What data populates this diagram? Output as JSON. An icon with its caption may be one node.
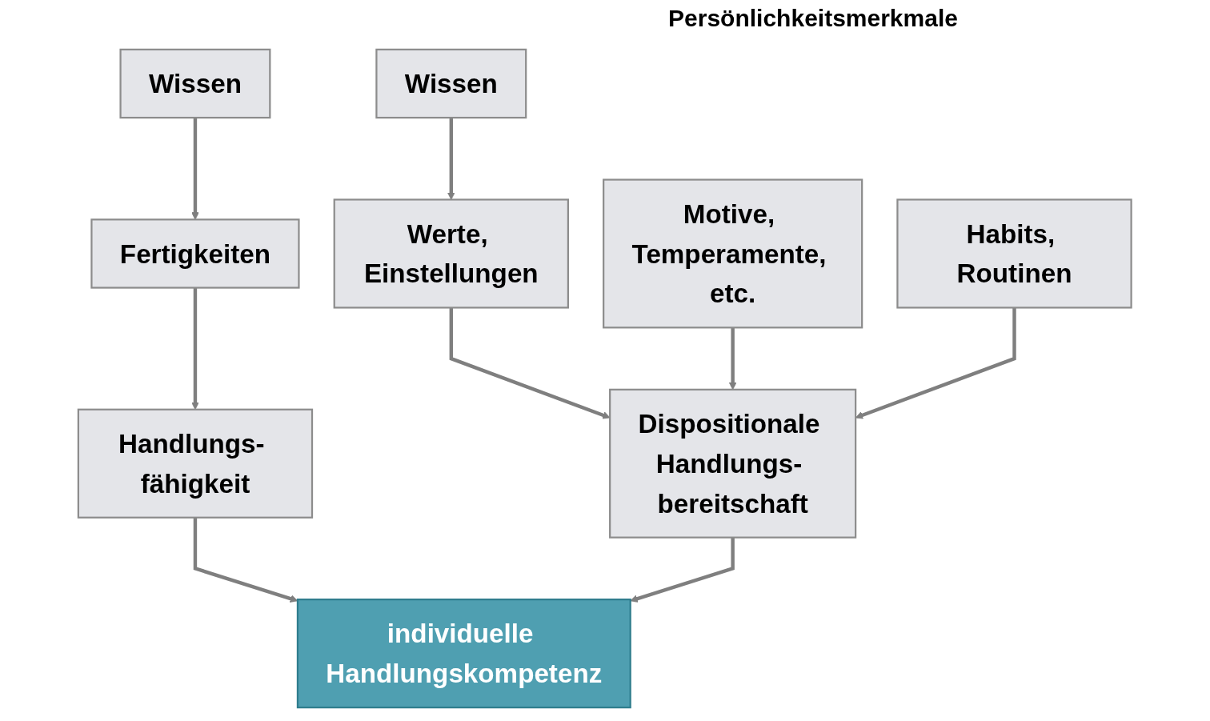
{
  "diagram": {
    "nodes": [
      {
        "text": [
          "Wissen"
        ]
      },
      {
        "text": [
          "Fertigkeiten"
        ]
      },
      {
        "text": [
          "Handlungs- fähigkeit"
        ]
      },
      {
        "text": [
          "Wissen"
        ]
      },
      {
        "text": [
          "Werte, Einstellungen"
        ]
      },
      {
        "text": [
          "Motive, Temperamente, etc."
        ]
      },
      {
        "text": [
          "Habits, Routinen"
        ]
      },
      {
        "text": [
          "Dispositionale Handlungs- bereitschaft"
        ]
      },
      {
        "text": [
          "individuelle Handlungskompetenz"
        ]
      }
    ],
    "edges": [
      {
        "from": 0,
        "to": 1,
        "arrow": "to"
      },
      {
        "from": 1,
        "to": 2,
        "arrow": "to"
      },
      {
        "from": 3,
        "to": 4,
        "arrow": "to"
      },
      {
        "from": 4,
        "to": 7,
        "arrow": "to"
      },
      {
        "from": 5,
        "to": 7,
        "arrow": "to"
      },
      {
        "from": 6,
        "to": 7,
        "arrow": "to"
      },
      {
        "from": 2,
        "to": 8,
        "arrow": "to"
      },
      {
        "from": 7,
        "to": 8,
        "arrow": "to"
      }
    ],
    "labels": [
      "Persönlichkeitsmerkmale"
    ]
  }
}
